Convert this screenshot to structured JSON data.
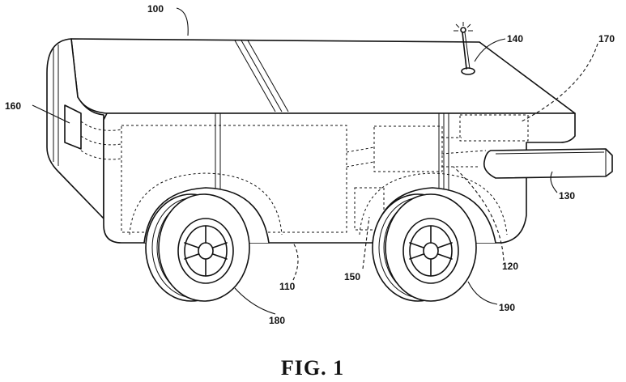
{
  "figure": {
    "caption": "FIG. 1"
  },
  "reference_numerals": {
    "body": "100",
    "first_compartment": "110",
    "second_compartment": "120",
    "front_arm": "130",
    "antenna": "140",
    "small_module": "150",
    "side_panel": "160",
    "front_module": "170",
    "rear_wheel": "180",
    "front_wheel": "190"
  }
}
